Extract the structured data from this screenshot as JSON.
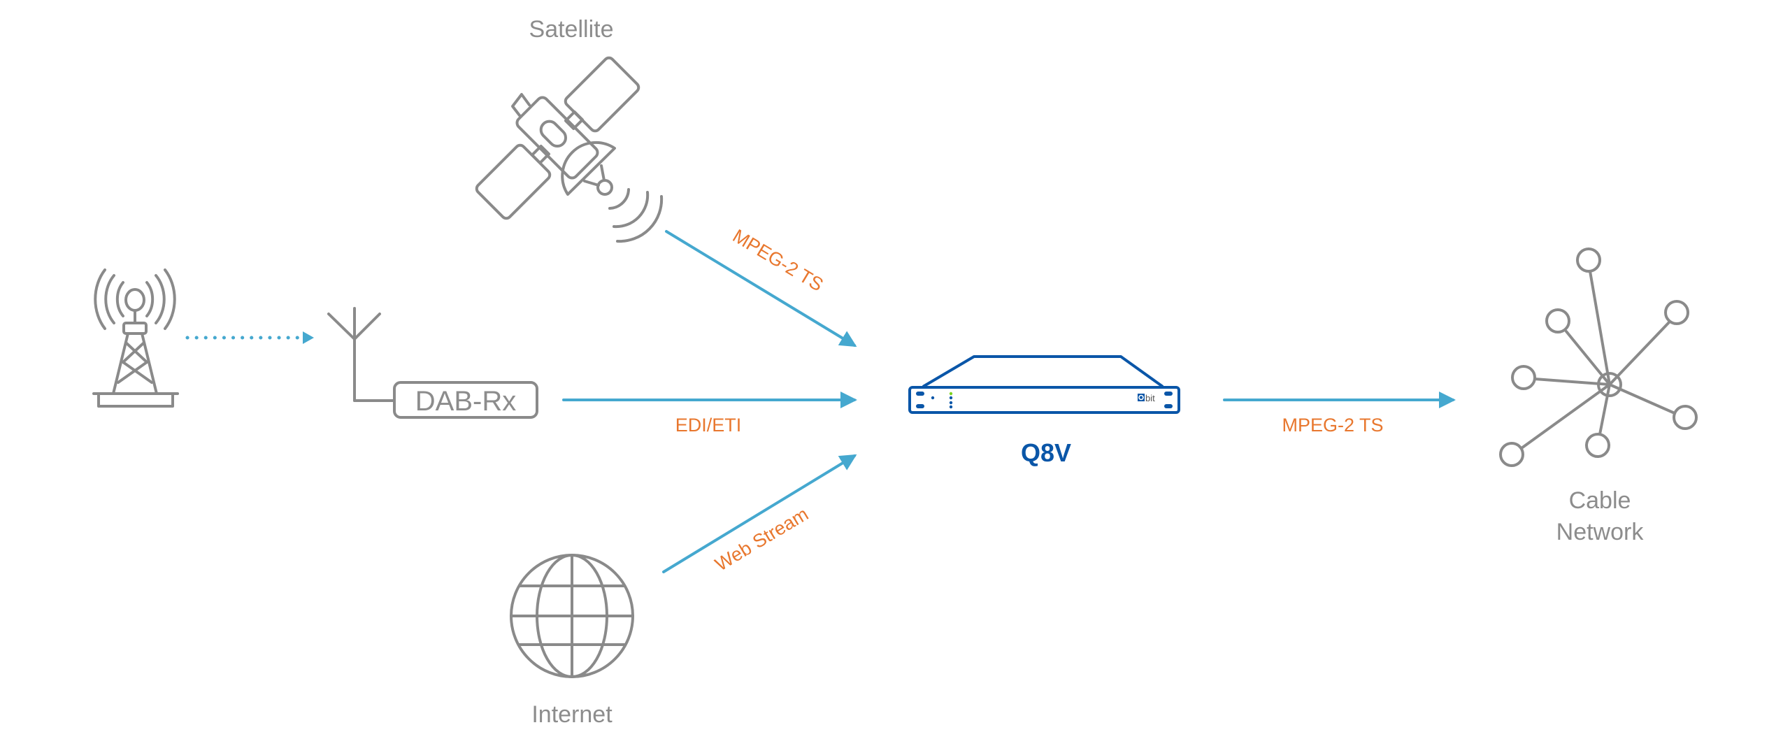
{
  "diagram": {
    "title": "Q8V signal flow",
    "nodes": {
      "transmitter": {
        "label": "",
        "icon": "broadcast-tower-icon"
      },
      "dab_receiver": {
        "label": "DAB-Rx",
        "icon": "antenna-icon"
      },
      "satellite": {
        "label": "Satellite",
        "icon": "satellite-icon"
      },
      "internet": {
        "label": "Internet",
        "icon": "globe-icon"
      },
      "device": {
        "label": "Q8V",
        "brand": "Qbit",
        "icon": "rack-unit-icon"
      },
      "cable_network": {
        "label_line1": "Cable",
        "label_line2": "Network",
        "icon": "network-star-icon"
      }
    },
    "edges": [
      {
        "from": "transmitter",
        "to": "dab_receiver",
        "label": "",
        "style": "dotted"
      },
      {
        "from": "satellite",
        "to": "device",
        "label": "MPEG-2 TS",
        "style": "solid"
      },
      {
        "from": "dab_receiver",
        "to": "device",
        "label": "EDI/ETI",
        "style": "solid"
      },
      {
        "from": "internet",
        "to": "device",
        "label": "Web Stream",
        "style": "solid"
      },
      {
        "from": "device",
        "to": "cable_network",
        "label": "MPEG-2 TS",
        "style": "solid"
      }
    ],
    "colors": {
      "icon_gray": "#8a8a8a",
      "arrow_blue": "#45a8cf",
      "edge_label_orange": "#e8772e",
      "device_blue": "#0a56a8",
      "led_green": "#7ed321"
    }
  }
}
